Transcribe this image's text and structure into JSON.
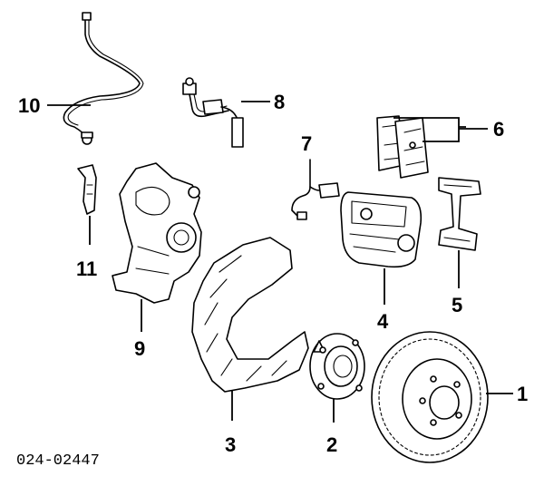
{
  "diagram": {
    "part_number": "024-02447",
    "callouts": {
      "c1": "1",
      "c2": "2",
      "c3": "3",
      "c4": "4",
      "c5": "5",
      "c6": "6",
      "c7": "7",
      "c8": "8",
      "c9": "9",
      "c10": "10",
      "c11": "11"
    }
  }
}
